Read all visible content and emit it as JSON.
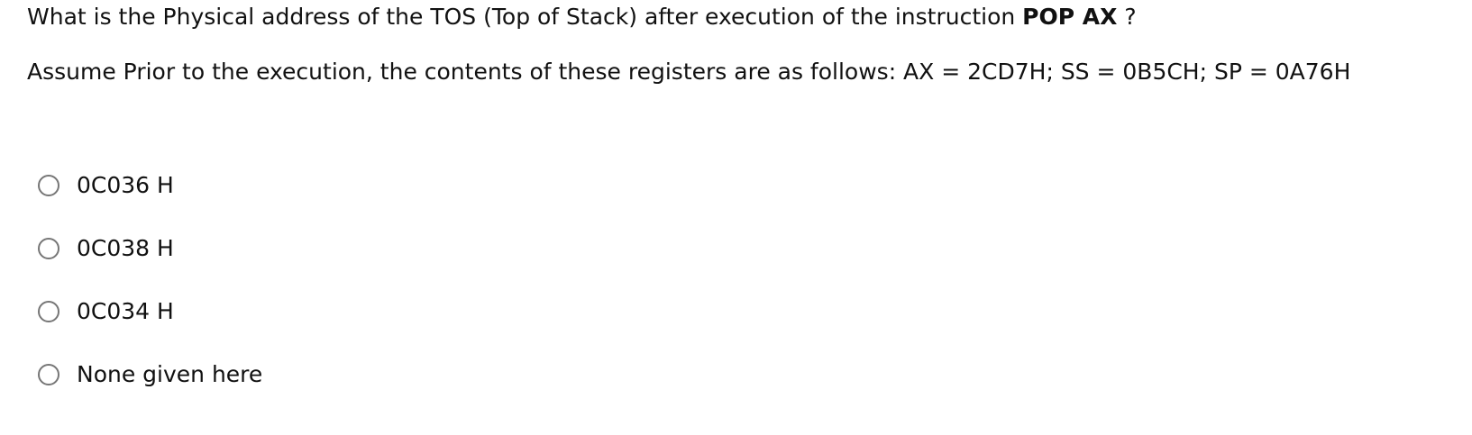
{
  "question": {
    "line1_prefix": "What is the Physical address of the TOS (Top of Stack) after execution of the instruction ",
    "line1_bold": "POP AX",
    "line1_suffix": " ?",
    "line2": "Assume Prior to the execution, the contents of these registers are as follows: AX = 2CD7H; SS = 0B5CH;  SP = 0A76H"
  },
  "options": [
    {
      "label": "0C036 H",
      "selected": false
    },
    {
      "label": "0C038 H",
      "selected": false
    },
    {
      "label": "0C034 H",
      "selected": false
    },
    {
      "label": "None given here",
      "selected": false
    }
  ]
}
